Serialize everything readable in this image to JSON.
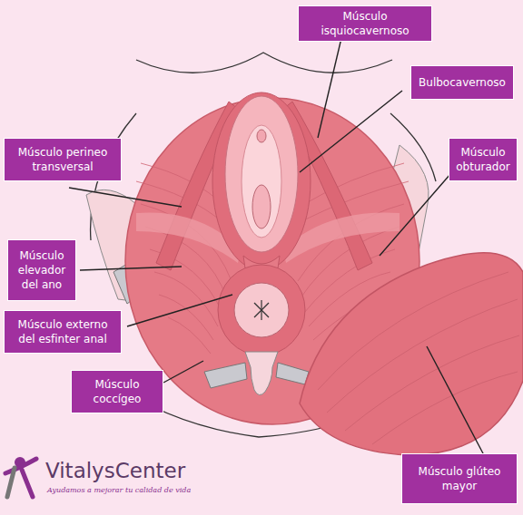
{
  "diagram": {
    "nodes": [
      {
        "text": [
          "Músculo isquiocavernoso"
        ]
      },
      {
        "text": [
          "Bulbocavernoso"
        ]
      },
      {
        "text": [
          "Músculo perineo transversal"
        ]
      },
      {
        "text": [
          "Músculo obturador"
        ]
      },
      {
        "text": [
          "Músculo elevador del ano"
        ]
      },
      {
        "text": [
          "Músculo externo del esfinter anal"
        ]
      },
      {
        "text": [
          "Músculo coccígeo"
        ]
      },
      {
        "text": [
          "Músculo glúteo mayor"
        ]
      }
    ],
    "labels": [
      "VitalysCenter",
      "Ayudamos a mejorar tu calidad de vida"
    ]
  }
}
